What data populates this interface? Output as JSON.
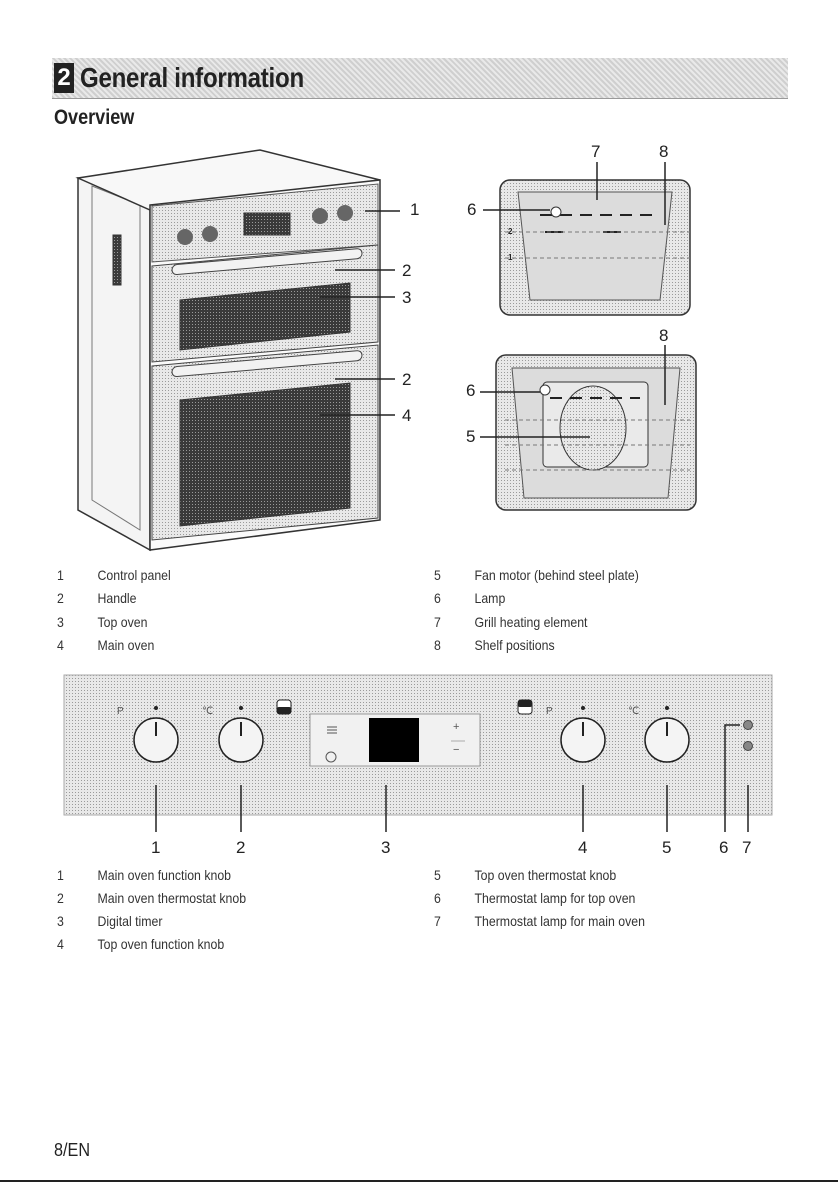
{
  "header": {
    "chapter_number": "2",
    "chapter_title": "General information",
    "section_title": "Overview"
  },
  "overview_figure": {
    "oven_callouts": [
      "1",
      "2",
      "3",
      "2",
      "4"
    ],
    "cavity_top_callouts": [
      "6",
      "7",
      "8"
    ],
    "cavity_top_shelf_marks": [
      "2",
      "1"
    ],
    "cavity_bottom_callouts": [
      "8",
      "6",
      "5"
    ]
  },
  "overview_legend": [
    {
      "num": "1",
      "label": "Control panel"
    },
    {
      "num": "2",
      "label": "Handle"
    },
    {
      "num": "3",
      "label": "Top oven"
    },
    {
      "num": "4",
      "label": "Main oven"
    },
    {
      "num": "5",
      "label": "Fan motor (behind steel plate)"
    },
    {
      "num": "6",
      "label": "Lamp"
    },
    {
      "num": "7",
      "label": "Grill heating element"
    },
    {
      "num": "8",
      "label": "Shelf positions"
    }
  ],
  "control_panel_figure": {
    "knob_symbols": [
      "P",
      "℃",
      "P",
      "℃"
    ],
    "timer_signs": [
      "+",
      "−"
    ],
    "callouts": [
      "1",
      "2",
      "3",
      "4",
      "5",
      "6",
      "7"
    ]
  },
  "panel_legend": [
    {
      "num": "1",
      "label": "Main oven function knob"
    },
    {
      "num": "2",
      "label": "Main oven thermostat knob"
    },
    {
      "num": "3",
      "label": "Digital timer"
    },
    {
      "num": "4",
      "label": "Top oven function knob"
    },
    {
      "num": "5",
      "label": "Top oven thermostat knob"
    },
    {
      "num": "6",
      "label": "Thermostat lamp for top oven"
    },
    {
      "num": "7",
      "label": "Thermostat lamp for main oven"
    }
  ],
  "footer": {
    "page_number": "8/EN"
  }
}
